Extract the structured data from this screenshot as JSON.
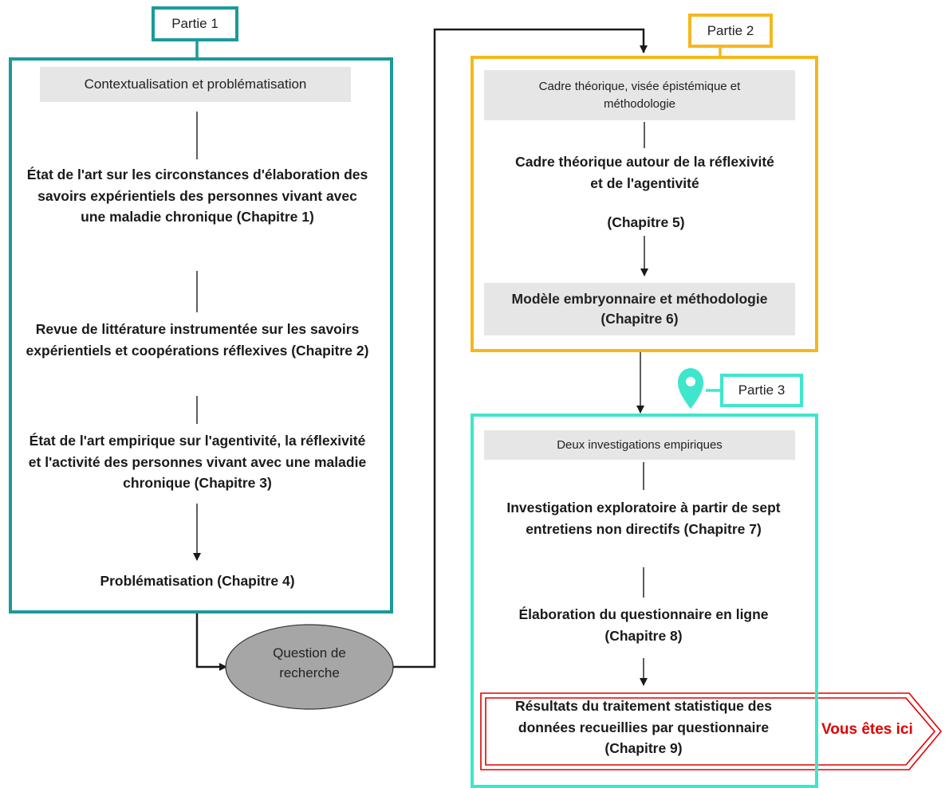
{
  "colors": {
    "part1": "#1a9a9a",
    "part2": "#f5b81c",
    "part3": "#3ee6cc",
    "grey_box": "#e6e6e6",
    "oval": "#a6a6a6",
    "highlight": "#e00000"
  },
  "part1": {
    "tag": "Partie 1",
    "header": "Contextualisation et problématisation",
    "items": [
      "État de l'art sur les circonstances d'élaboration des savoirs expérientiels des personnes vivant avec une maladie chronique (Chapitre 1)",
      "Revue de littérature instrumentée sur les savoirs expérientiels et coopérations réflexives (Chapitre 2)",
      "État de l'art empirique sur l'agentivité, la réflexivité et l'activité des personnes vivant avec une maladie chronique (Chapitre 3)",
      "Problématisation (Chapitre 4)"
    ]
  },
  "question": "Question de recherche",
  "part2": {
    "tag": "Partie 2",
    "header": "Cadre théorique, visée épistémique et méthodologie",
    "theory": "Cadre théorique autour de la réflexivité et de l'agentivité",
    "theory_chapter": "(Chapitre 5)",
    "model": "Modèle embryonnaire et méthodologie",
    "model_chapter": "(Chapitre 6)"
  },
  "part3": {
    "tag": "Partie 3",
    "location_icon": "location-pin-icon",
    "header": "Deux investigations empiriques",
    "items": [
      "Investigation exploratoire à partir de sept entretiens non directifs (Chapitre 7)",
      "Élaboration du questionnaire en ligne (Chapitre 8)",
      "Résultats du traitement statistique des données recueillies par questionnaire (Chapitre 9)"
    ],
    "you_are_here": "Vous êtes ici"
  }
}
